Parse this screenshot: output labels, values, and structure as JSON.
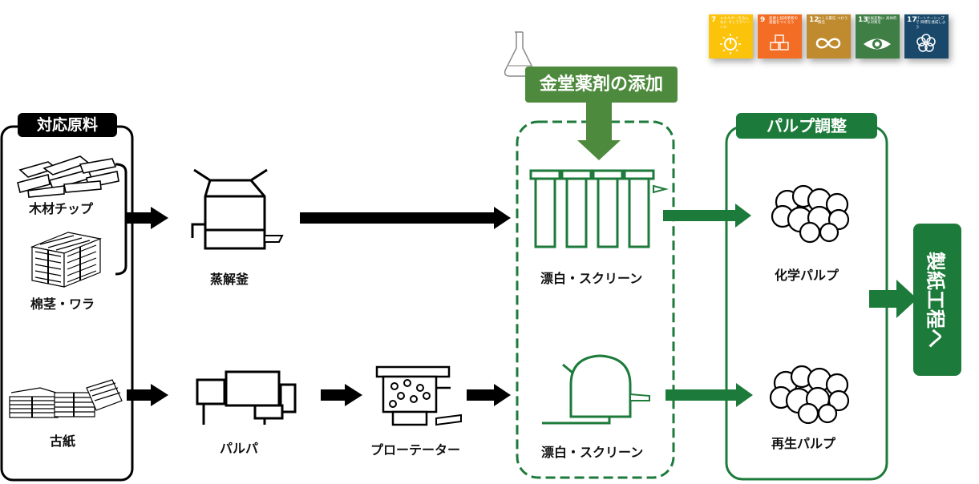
{
  "materials": {
    "title": "対応原料",
    "wood_chips": "木材チップ",
    "cotton_straw": "棉茎・ワラ",
    "waste_paper": "古紙"
  },
  "processes": {
    "digester": "蒸解釜",
    "pulper": "パルパ",
    "flotator": "プローテーター",
    "bleach_screen_top": "漂白・スクリーン",
    "bleach_screen_bottom": "漂白・スクリーン"
  },
  "chemicals": {
    "label": "金堂薬剤の添加"
  },
  "pulp_adjust": {
    "title": "パルプ調整",
    "chemical_pulp": "化学パルプ",
    "recycled_pulp": "再生パルプ"
  },
  "papermaking": {
    "label": "製紙工程へ"
  },
  "sdgs": [
    {
      "number": "7",
      "text": "エネルギーをみんなに そしてクリーンに",
      "color": "#FCC30B",
      "icon": "sun-power-icon"
    },
    {
      "number": "9",
      "text": "産業と技術革新の 基盤をつくろう",
      "color": "#F36D25",
      "icon": "cubes-icon"
    },
    {
      "number": "12",
      "text": "つくる責任 つかう責任",
      "color": "#BF8B2E",
      "icon": "infinity-icon"
    },
    {
      "number": "13",
      "text": "気候変動に 具体的な対策を",
      "color": "#3F7E44",
      "icon": "eye-earth-icon"
    },
    {
      "number": "17",
      "text": "パートナーシップで 目標を達成しよう",
      "color": "#19486A",
      "icon": "flower-icon"
    }
  ],
  "colors": {
    "green": "#1C7A3A",
    "tag_green": "#4E8A3D",
    "black": "#000000"
  }
}
